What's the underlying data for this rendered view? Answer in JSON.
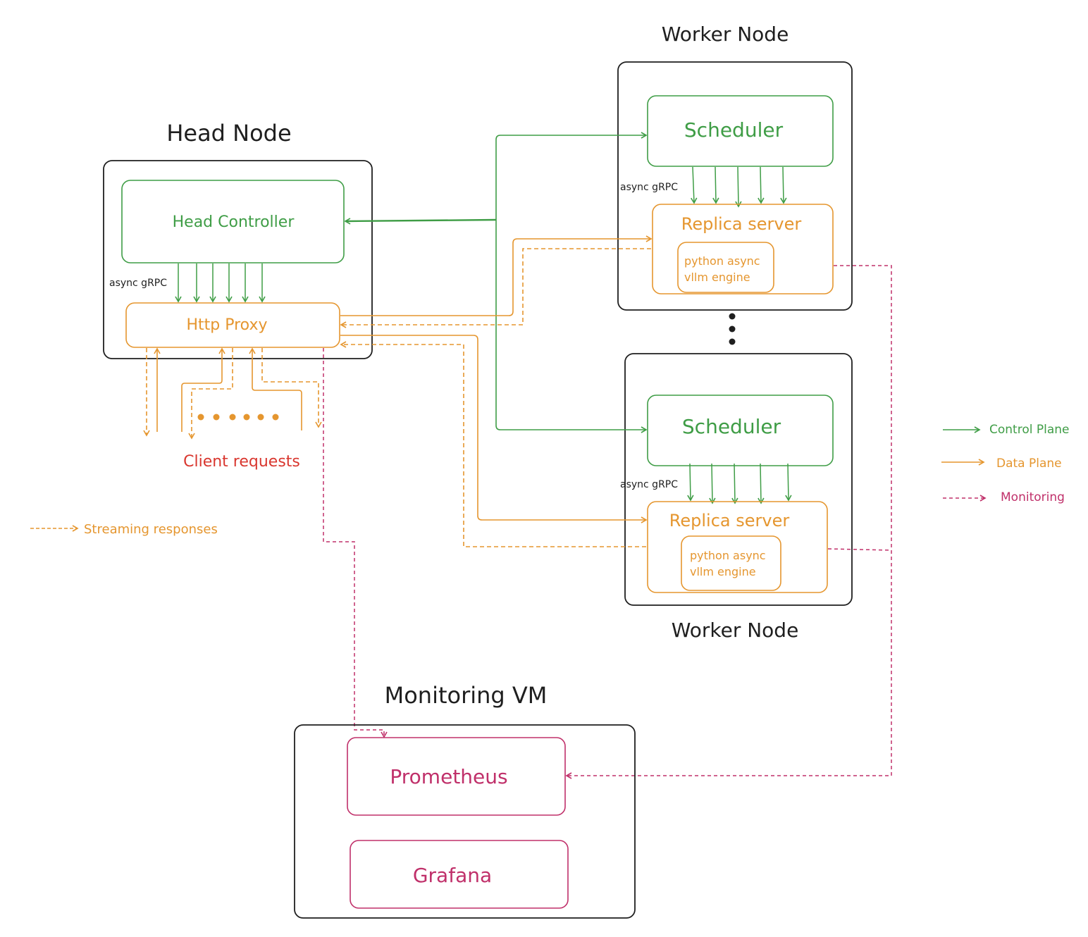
{
  "colors": {
    "control": "#3f9d46",
    "data": "#e5962f",
    "monitoring": "#c0306a",
    "client": "#d9372f",
    "node_border": "#1f1f1f",
    "background": "#ffffff"
  },
  "head_node": {
    "title": "Head Node",
    "controller_label": "Head Controller",
    "grpc_label": "async gRPC",
    "proxy_label": "Http Proxy"
  },
  "worker_node_1": {
    "title": "Worker Node",
    "scheduler_label": "Scheduler",
    "grpc_label": "async gRPC",
    "replica_label": "Replica server",
    "engine_label_line1": "python async",
    "engine_label_line2": "vllm engine"
  },
  "worker_node_2": {
    "title": "Worker Node",
    "scheduler_label": "Scheduler",
    "grpc_label": "async gRPC",
    "replica_label": "Replica server",
    "engine_label_line1": "python async",
    "engine_label_line2": "vllm engine"
  },
  "clients": {
    "label": "Client requests"
  },
  "monitoring_vm": {
    "title": "Monitoring VM",
    "prometheus_label": "Prometheus",
    "grafana_label": "Grafana"
  },
  "legend": {
    "control_plane": "Control Plane",
    "data_plane": "Data Plane",
    "monitoring": "Monitoring",
    "streaming_responses": "Streaming responses"
  }
}
